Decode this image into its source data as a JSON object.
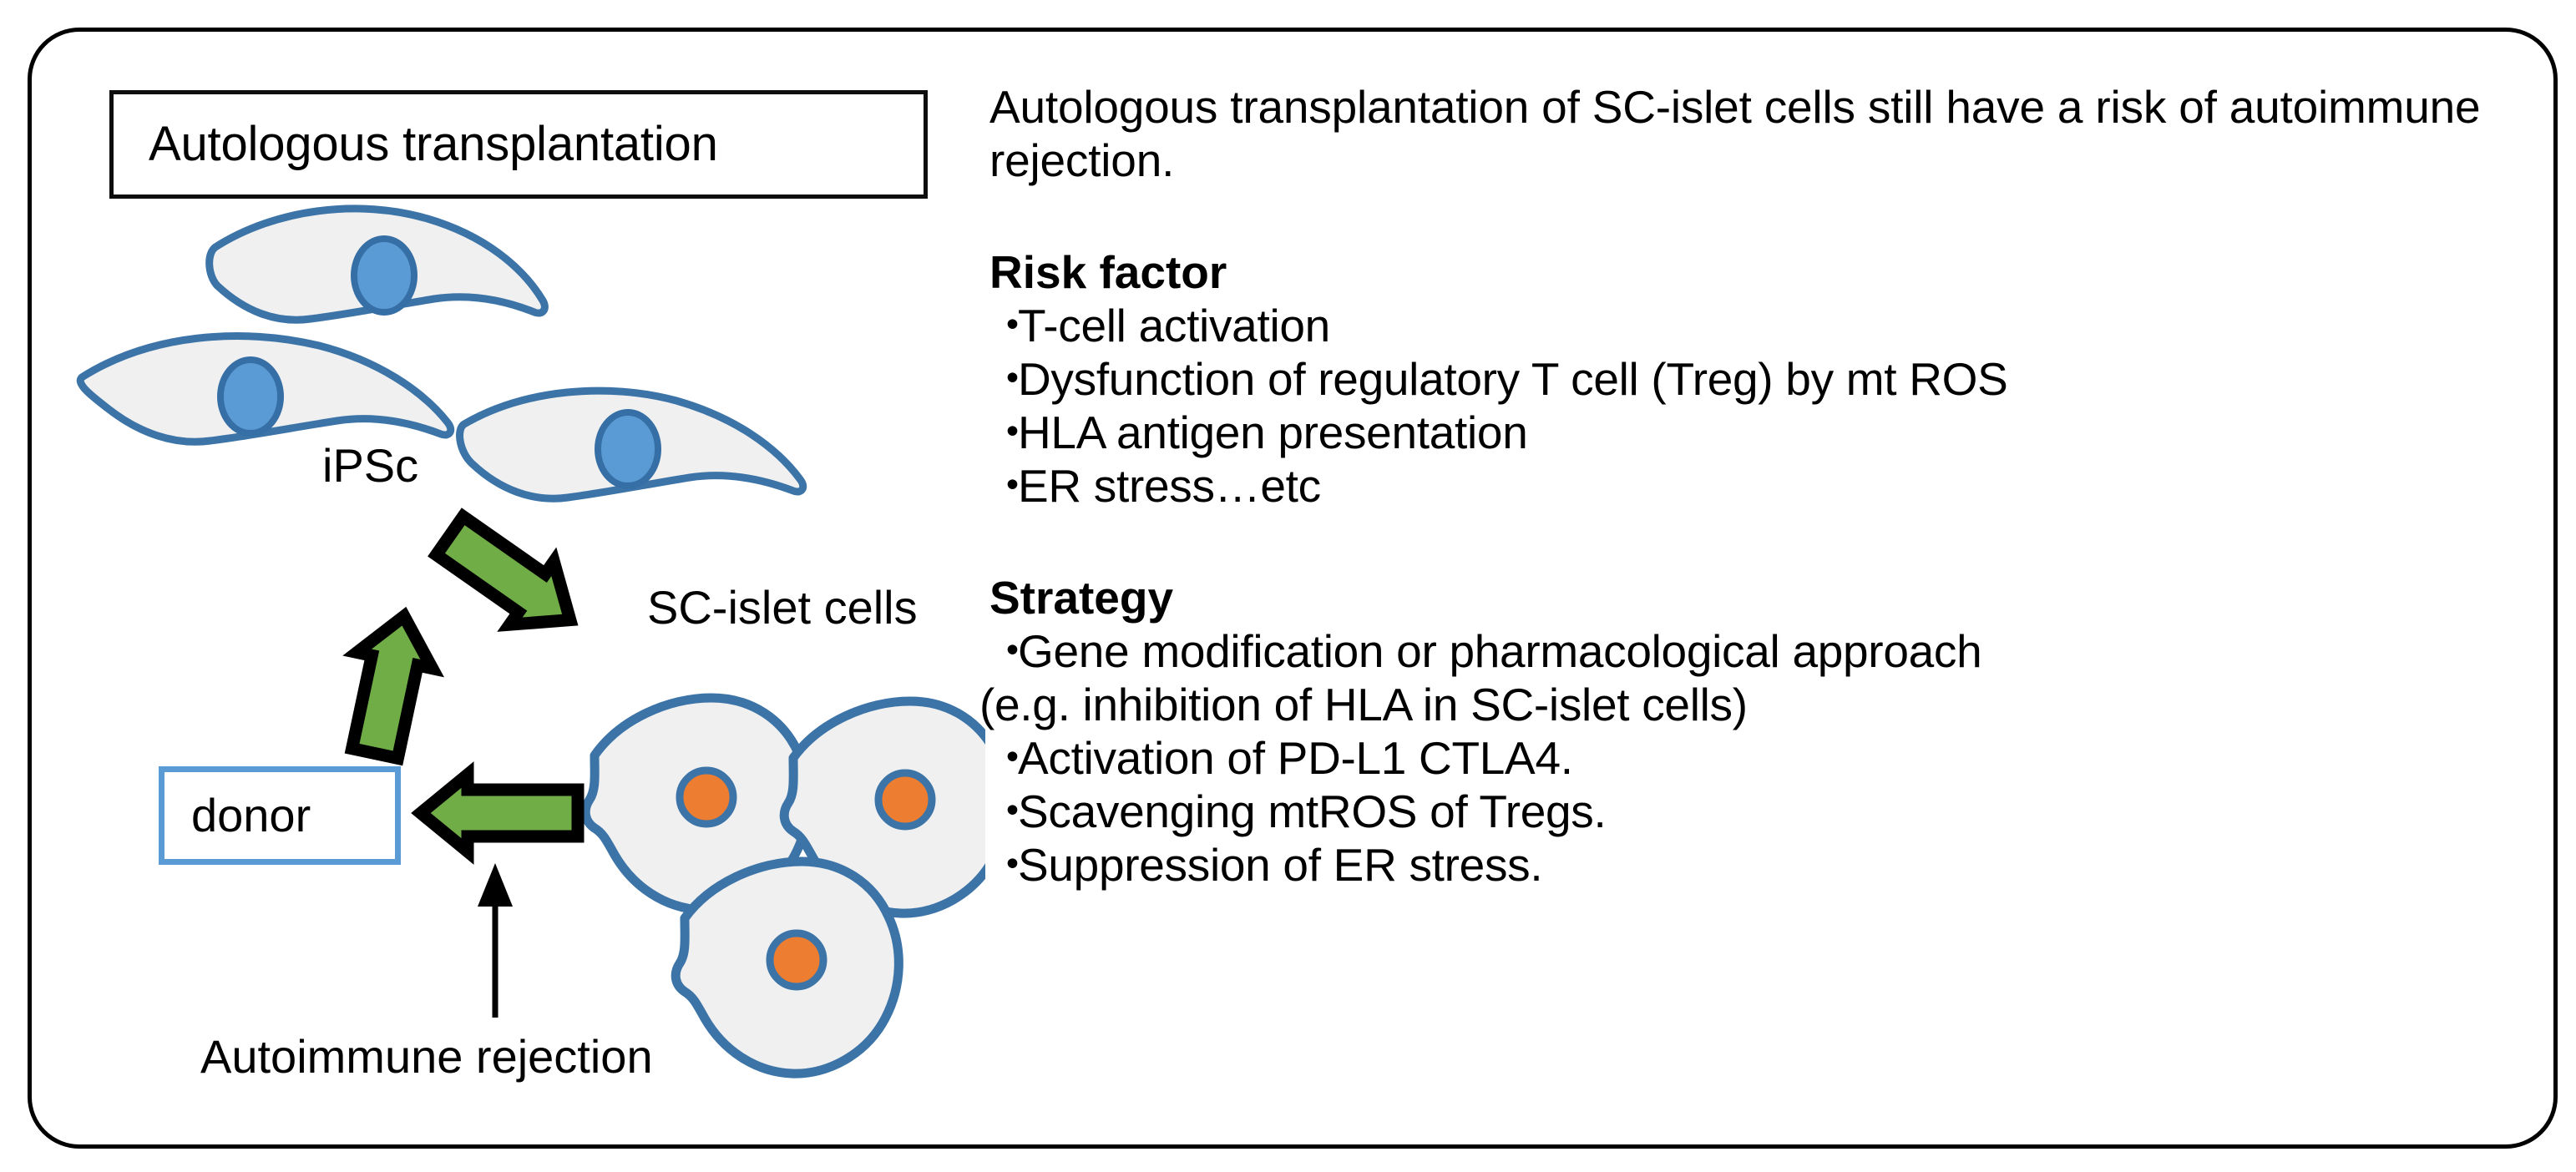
{
  "figure": {
    "title_box_label": "Autologous transplantation",
    "donor_box_label": "donor",
    "labels": {
      "ipsc": "iPSc",
      "sc_islet_cells": "SC-islet cells",
      "autoimmune_rejection": "Autoimmune rejection"
    },
    "colors": {
      "cell_outline_blue": "#3D74A8",
      "cell_fill_gray": "#F0F0F0",
      "ipsc_nucleus_blue": "#5B9BD5",
      "islet_nucleus_orange": "#ED7D31",
      "arrow_green": "#70AD47",
      "arrow_outline_black": "#000000",
      "donor_box_border_blue": "#5B9BD5",
      "frame_black": "#000000"
    },
    "counts": {
      "ipsc_cells": 3,
      "sc_islet_cells": 3,
      "green_arrows": 3,
      "thin_arrows": 1
    }
  },
  "text_panel": {
    "intro": "Autologous transplantation of SC-islet cells still have a risk of autoimmune rejection.",
    "sections": [
      {
        "heading": "Risk factor",
        "bullet_char": "・",
        "items": [
          {
            "type": "bullet",
            "text": "T-cell activation"
          },
          {
            "type": "bullet",
            "text": "Dysfunction of regulatory T cell (Treg) by mt ROS"
          },
          {
            "type": "bullet",
            "text": "HLA antigen presentation"
          },
          {
            "type": "bullet",
            "text": "ER stress…etc"
          }
        ]
      },
      {
        "heading": "Strategy",
        "bullet_char": "・",
        "items": [
          {
            "type": "bullet",
            "text": "Gene modification or pharmacological approach"
          },
          {
            "type": "plain",
            "text": "(e.g. inhibition of HLA in SC-islet cells)"
          },
          {
            "type": "bullet",
            "text": "Activation of PD-L1 CTLA4."
          },
          {
            "type": "bullet",
            "text": "Scavenging mtROS of Tregs."
          },
          {
            "type": "bullet",
            "text": "Suppression of ER stress."
          }
        ]
      }
    ]
  }
}
